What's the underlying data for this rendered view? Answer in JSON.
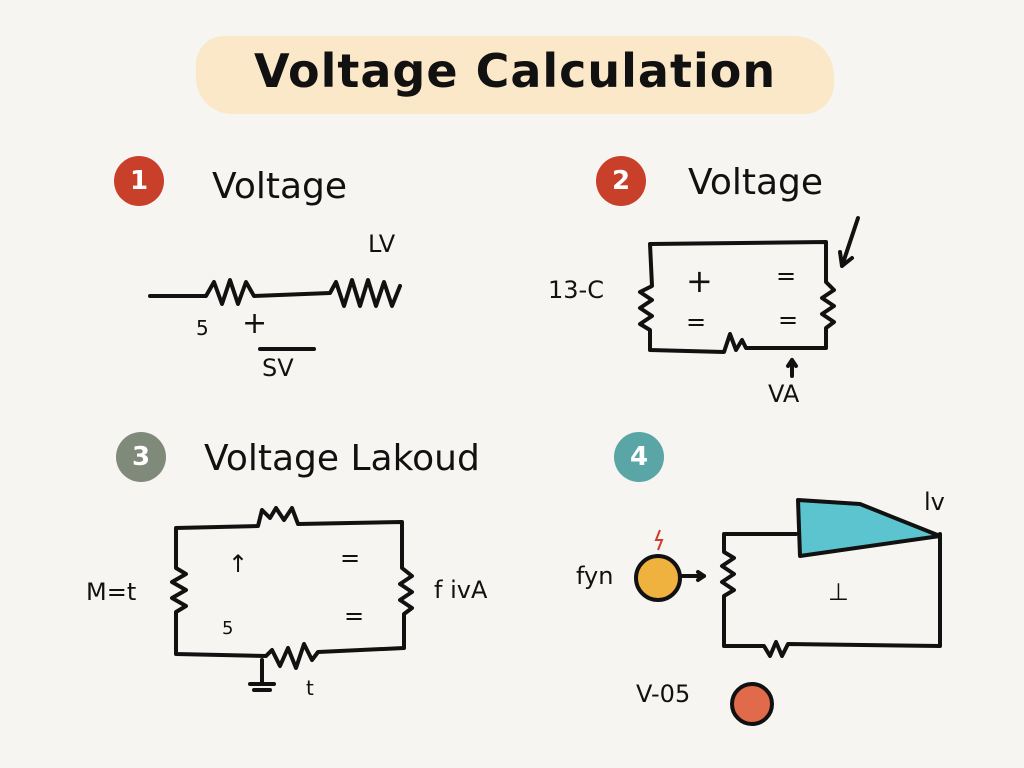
{
  "title": "Voltage Calculation",
  "colors": {
    "title_band": "#fbe8c8",
    "badge_1": "#c9402a",
    "badge_2": "#c9402a",
    "badge_3": "#7f8a7b",
    "badge_4": "#5aa5a5",
    "wedge_fill": "#5bc4cf",
    "source_fill": "#f0b23f",
    "meter_fill": "#e06a4a"
  },
  "panels": [
    {
      "number": "1",
      "heading": "Voltage",
      "labels": [
        "LV",
        "5",
        "+",
        "SV"
      ]
    },
    {
      "number": "2",
      "heading": "Voltage",
      "labels": [
        "13-C",
        "+",
        "=",
        "=",
        "=",
        "VA"
      ]
    },
    {
      "number": "3",
      "heading": "Voltage Lakoud",
      "labels": [
        "M=t",
        "↑",
        "=",
        "=",
        "5",
        "f ivA",
        "t"
      ]
    },
    {
      "number": "4",
      "heading": "",
      "labels": [
        "fyn",
        "×",
        "lv",
        "⊥",
        "V-05",
        "="
      ]
    }
  ]
}
